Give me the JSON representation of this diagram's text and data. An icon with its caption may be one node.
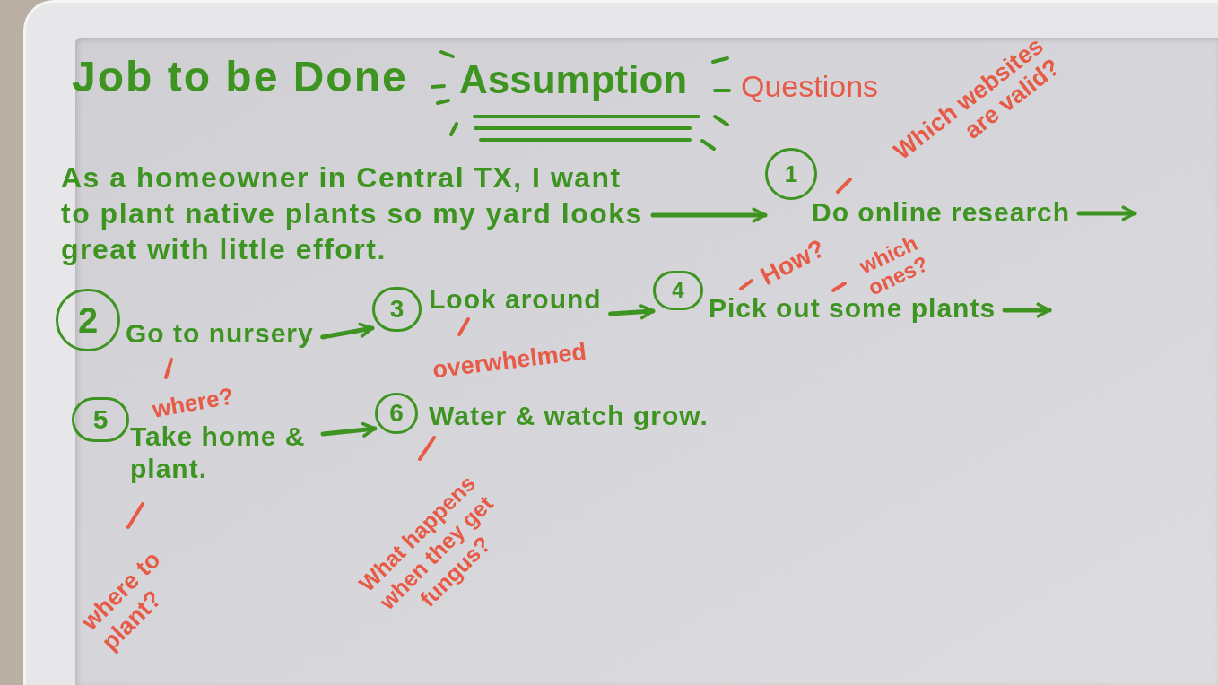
{
  "diagram": {
    "nodes": [
      {
        "text": [
          "As a homeowner in Central TX, I want to plant native plants so my yard looks great with little effort."
        ]
      },
      {
        "text": [
          "1"
        ],
        "beside": [
          "Do online research"
        ]
      },
      {
        "text": [
          "2"
        ],
        "beside": [
          "Go to nursery"
        ]
      },
      {
        "text": [
          "3"
        ],
        "beside": [
          "Look around"
        ]
      },
      {
        "text": [
          "4"
        ],
        "beside": [
          "Pick out some plants"
        ]
      },
      {
        "text": [
          "5"
        ],
        "beside": [
          "Take home & plant."
        ]
      },
      {
        "text": [
          "6"
        ],
        "beside": [
          "Water & watch grow."
        ]
      }
    ],
    "edges": [
      {
        "from": 0,
        "to": 1,
        "arrow": "to"
      },
      {
        "from": 1,
        "to": null,
        "arrow": "to"
      },
      {
        "from": 2,
        "to": 3,
        "arrow": "to"
      },
      {
        "from": 3,
        "to": 4,
        "arrow": "to"
      },
      {
        "from": 4,
        "to": null,
        "arrow": "to"
      },
      {
        "from": 5,
        "to": 6,
        "arrow": "to"
      }
    ],
    "labels": [
      "Job to be Done",
      "Assumption",
      "Questions",
      "Which websites are valid?",
      "How?",
      "which ones?",
      "overwhelmed",
      "where?",
      "What happens when they get fungus?",
      "where to plant?"
    ]
  }
}
